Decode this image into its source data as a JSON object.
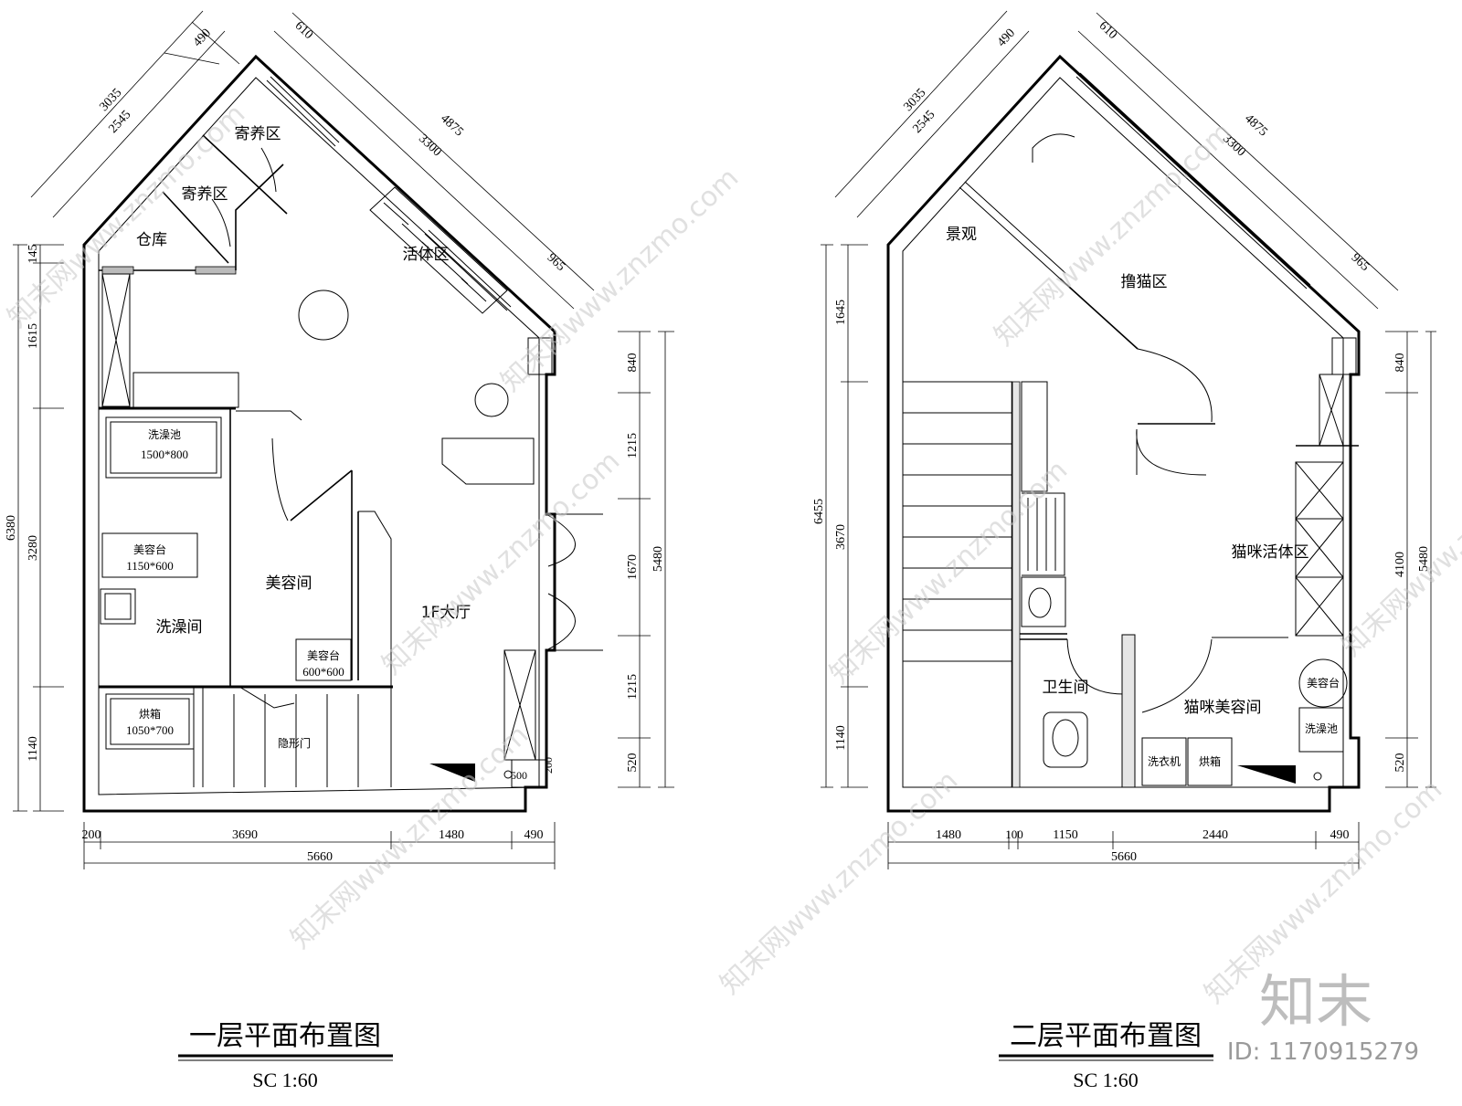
{
  "plan1": {
    "title": "一层平面布置图",
    "scale": "SC   1:60",
    "rooms": {
      "boarding_a": "寄养区",
      "boarding_b": "寄养区",
      "storage": "仓库",
      "activity": "活体区",
      "bath_tub": "洗澡池",
      "bath_tub_size": "1500*800",
      "grooming_table": "美容台",
      "grooming_table_size": "1150*600",
      "bathroom": "洗澡间",
      "grooming_room": "美容间",
      "grooming_table2": "美容台",
      "grooming_table2_size": "600*600",
      "hall": "1F大厅",
      "oven": "烘箱",
      "oven_size": "1050*700",
      "hidden_door": "隐形门"
    },
    "dims": {
      "left": [
        "145",
        "1615",
        "3280",
        "1140"
      ],
      "left_total": "6380",
      "right": [
        "840",
        "1215",
        "1670",
        "1215",
        "520"
      ],
      "right_total": "5480",
      "bottom": [
        "200",
        "3690",
        "1480",
        "490"
      ],
      "bottom_total": "5660",
      "diag_left": [
        "490",
        "2545",
        "3035"
      ],
      "diag_right": [
        "610",
        "3300",
        "4875",
        "965"
      ],
      "small": [
        "500",
        "200"
      ]
    }
  },
  "plan2": {
    "title": "二层平面布置图",
    "scale": "SC   1:60",
    "rooms": {
      "landscape": "景观",
      "cat_pet": "撸猫区",
      "cat_activity": "猫咪活体区",
      "wc": "卫生间",
      "cat_grooming": "猫咪美容间",
      "grooming_table": "美容台",
      "bath_tub": "洗澡池",
      "washer": "洗衣机",
      "oven": "烘箱"
    },
    "dims": {
      "left": [
        "1645",
        "3670",
        "1140"
      ],
      "left_total": "6455",
      "right": [
        "840",
        "4100",
        "520"
      ],
      "right_total": "5480",
      "bottom": [
        "1480",
        "100",
        "1150",
        "2440",
        "490"
      ],
      "bottom_total": "5660",
      "diag_left": [
        "490",
        "2545",
        "3035"
      ],
      "diag_right": [
        "610",
        "3300",
        "4875",
        "965"
      ]
    }
  },
  "watermark": {
    "text": "知末网www.znzmo.com",
    "logo": "知末",
    "id": "ID: 1170915279"
  }
}
